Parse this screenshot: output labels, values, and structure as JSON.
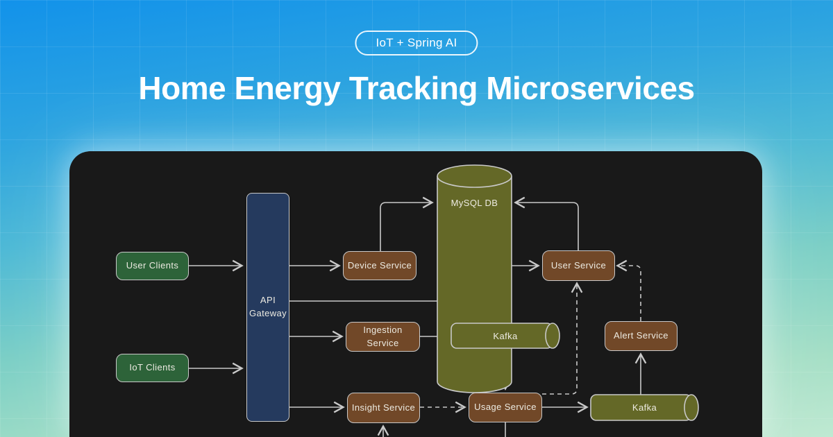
{
  "page": {
    "badge": "IoT + Spring AI",
    "title": "Home Energy Tracking Microservices"
  },
  "colors": {
    "background_top": "#1292ea",
    "background_bottom": "#bfe9d2",
    "panel": "#191919",
    "client_green": "#2d6339",
    "service_brown": "#714828",
    "gateway_navy": "#253a5e",
    "queue_olive": "#646827",
    "edge_gray": "#c9c9c9",
    "text_light": "#edebe2"
  },
  "diagram": {
    "nodes": [
      {
        "id": "user-clients",
        "label": "User Clients",
        "type": "client"
      },
      {
        "id": "iot-clients",
        "label": "IoT Clients",
        "type": "client"
      },
      {
        "id": "api-gateway",
        "label": "API Gateway",
        "type": "gateway"
      },
      {
        "id": "device-service",
        "label": "Device Service",
        "type": "service"
      },
      {
        "id": "ingestion-service",
        "label": "Ingestion Service",
        "type": "service"
      },
      {
        "id": "insight-service",
        "label": "Insight Service",
        "type": "service"
      },
      {
        "id": "user-service",
        "label": "User Service",
        "type": "service"
      },
      {
        "id": "usage-service",
        "label": "Usage Service",
        "type": "service"
      },
      {
        "id": "alert-service",
        "label": "Alert Service",
        "type": "service"
      },
      {
        "id": "mysql-db",
        "label": "MySQL DB",
        "type": "database-cylinder"
      },
      {
        "id": "kafka-mid",
        "label": "Kafka",
        "type": "queue-cylinder"
      },
      {
        "id": "kafka-bottom",
        "label": "Kafka",
        "type": "queue-cylinder"
      }
    ],
    "edges": [
      {
        "from": "user-clients",
        "to": "api-gateway",
        "style": "solid"
      },
      {
        "from": "iot-clients",
        "to": "api-gateway",
        "style": "solid"
      },
      {
        "from": "api-gateway",
        "to": "device-service",
        "style": "solid"
      },
      {
        "from": "api-gateway",
        "to": "user-service",
        "style": "solid"
      },
      {
        "from": "api-gateway",
        "to": "ingestion-service",
        "style": "solid"
      },
      {
        "from": "api-gateway",
        "to": "insight-service",
        "style": "solid"
      },
      {
        "from": "device-service",
        "to": "mysql-db",
        "style": "solid"
      },
      {
        "from": "user-service",
        "to": "mysql-db",
        "style": "solid"
      },
      {
        "from": "ingestion-service",
        "to": "kafka-mid",
        "style": "solid"
      },
      {
        "from": "kafka-mid",
        "to": "usage-service",
        "style": "solid"
      },
      {
        "from": "insight-service",
        "to": "usage-service",
        "style": "dashed"
      },
      {
        "from": "usage-service",
        "to": "kafka-bottom",
        "style": "solid"
      },
      {
        "from": "kafka-bottom",
        "to": "alert-service",
        "style": "solid"
      },
      {
        "from": "alert-service",
        "to": "user-service",
        "style": "dashed"
      },
      {
        "from": "usage-service",
        "to": "user-service",
        "style": "dashed"
      }
    ]
  }
}
